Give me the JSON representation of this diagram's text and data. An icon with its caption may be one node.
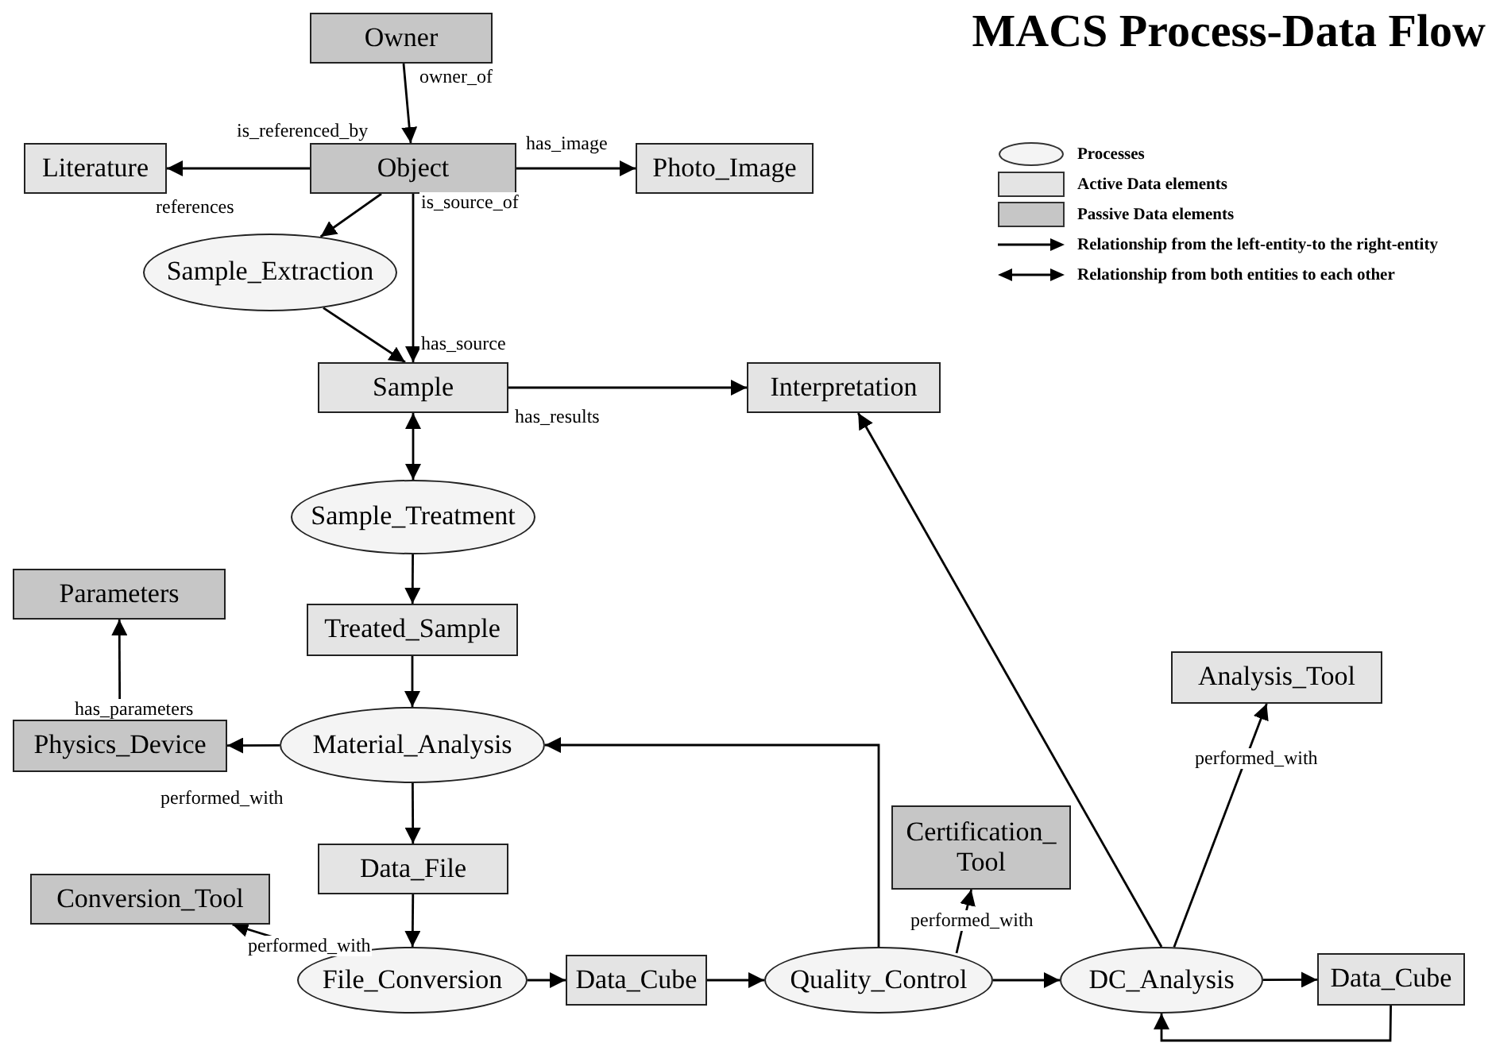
{
  "diagram": {
    "title": "MACS Process-Data Flow",
    "nodes": [
      {
        "text": [
          "Owner"
        ]
      },
      {
        "text": [
          "Literature"
        ]
      },
      {
        "text": [
          "Object"
        ]
      },
      {
        "text": [
          "Photo_Image"
        ]
      },
      {
        "text": [
          "Sample_Extraction"
        ]
      },
      {
        "text": [
          "Sample"
        ]
      },
      {
        "text": [
          "Interpretation"
        ]
      },
      {
        "text": [
          "Sample_Treatment"
        ]
      },
      {
        "text": [
          "Parameters"
        ]
      },
      {
        "text": [
          "Treated_Sample"
        ]
      },
      {
        "text": [
          "Physics_Device"
        ]
      },
      {
        "text": [
          "Material_Analysis"
        ]
      },
      {
        "text": [
          "Data_File"
        ]
      },
      {
        "text": [
          "Conversion_Tool"
        ]
      },
      {
        "text": [
          "File_Conversion"
        ]
      },
      {
        "text": [
          "Data_Cube"
        ]
      },
      {
        "text": [
          "Quality_Control"
        ]
      },
      {
        "text": [
          "Certification_ Tool"
        ]
      },
      {
        "text": [
          "Analysis_Tool"
        ]
      },
      {
        "text": [
          "DC_Analysis"
        ]
      },
      {
        "text": [
          "Data_Cube"
        ]
      }
    ],
    "edges": [
      {
        "from": 0,
        "to": 2,
        "arrow": "to",
        "label": "owner_of"
      },
      {
        "from": 2,
        "to": 1,
        "arrow": "to",
        "label": "is_referenced_by"
      },
      {
        "from": 2,
        "to": 3,
        "arrow": "to",
        "label": "has_image"
      },
      {
        "from": 2,
        "to": 4,
        "arrow": "to"
      },
      {
        "from": 2,
        "to": 5,
        "arrow": "to",
        "label": "is_source_of"
      },
      {
        "from": 4,
        "to": 5,
        "arrow": "to"
      },
      {
        "from": 5,
        "to": 6,
        "arrow": "to",
        "label": "has_results"
      },
      {
        "from": 5,
        "to": 7,
        "arrow": "both"
      },
      {
        "from": 7,
        "to": 9,
        "arrow": "to"
      },
      {
        "from": 9,
        "to": 11,
        "arrow": "to"
      },
      {
        "from": 11,
        "to": 10,
        "arrow": "to",
        "label": "performed_with"
      },
      {
        "from": 10,
        "to": 8,
        "arrow": "to",
        "label": "has_parameters"
      },
      {
        "from": 11,
        "to": 12,
        "arrow": "to"
      },
      {
        "from": 12,
        "to": 14,
        "arrow": "to"
      },
      {
        "from": 14,
        "to": 13,
        "arrow": "to",
        "label": "performed_with"
      },
      {
        "from": 14,
        "to": 15,
        "arrow": "to"
      },
      {
        "from": 15,
        "to": 16,
        "arrow": "to"
      },
      {
        "from": 16,
        "to": 11,
        "arrow": "to"
      },
      {
        "from": 16,
        "to": 17,
        "arrow": "to",
        "label": "performed_with"
      },
      {
        "from": 16,
        "to": 19,
        "arrow": "to"
      },
      {
        "from": 19,
        "to": 6,
        "arrow": "to"
      },
      {
        "from": 19,
        "to": 18,
        "arrow": "to",
        "label": "performed_with"
      },
      {
        "from": 19,
        "to": 20,
        "arrow": "to"
      },
      {
        "from": 20,
        "to": 19,
        "arrow": "to"
      }
    ],
    "labels": [
      "references",
      "has_source"
    ],
    "legend": [
      {
        "text": "Processes"
      },
      {
        "text": "Active Data elements",
        "color": "#e4e4e4"
      },
      {
        "text": "Passive Data elements",
        "color": "#c6c6c6"
      },
      {
        "text": "Relationship from the left-entity-to the right-entity"
      },
      {
        "text": "Relationship from both entities to each other"
      }
    ]
  }
}
